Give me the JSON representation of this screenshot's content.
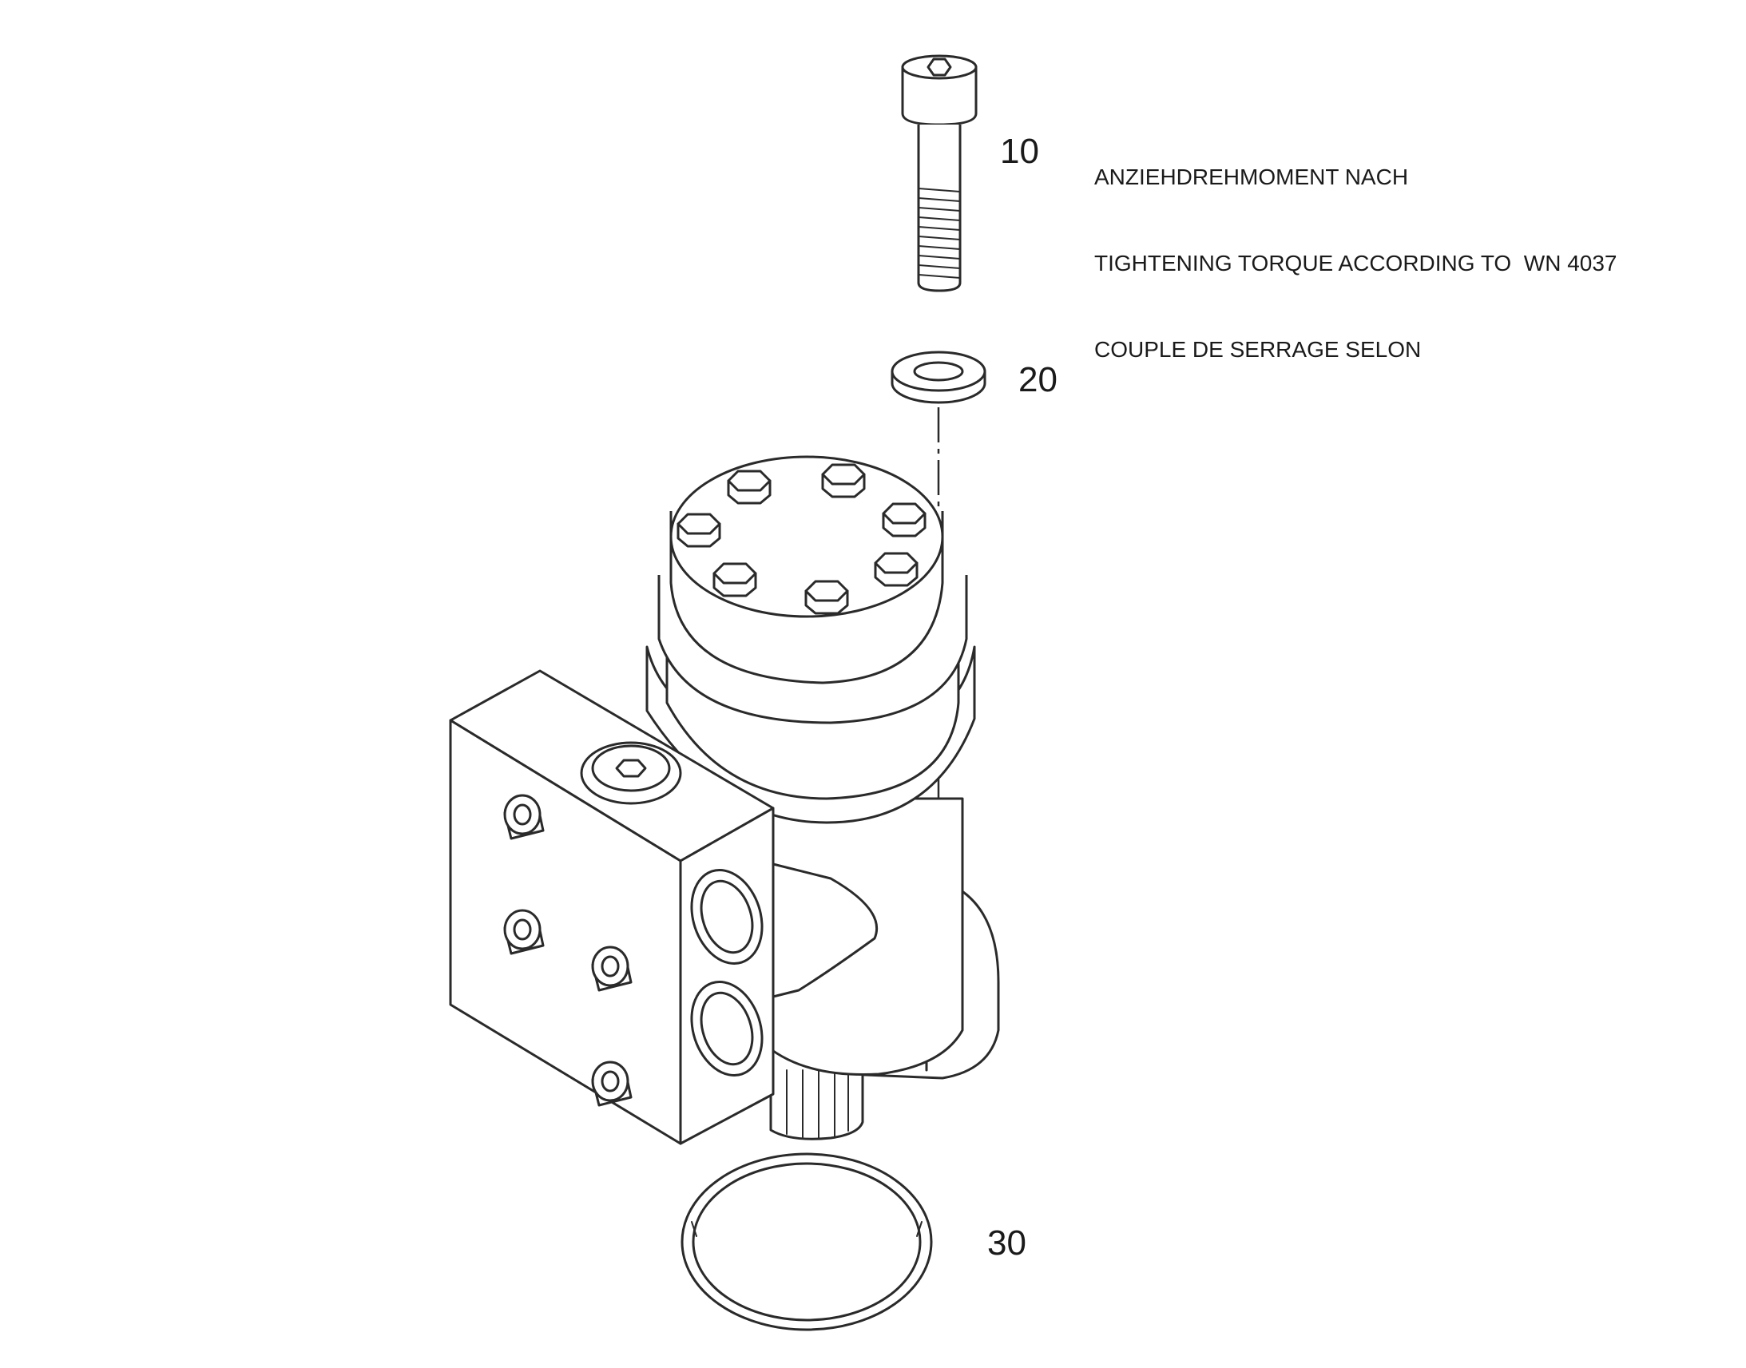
{
  "callouts": {
    "item_10": "10",
    "item_20": "20",
    "item_30": "30"
  },
  "torque_note": {
    "line_de": "ANZIEHDREHMOMENT NACH",
    "line_en": "TIGHTENING TORQUE ACCORDING TO  WN 4037",
    "line_fr": "COUPLE DE SERRAGE SELON"
  },
  "colors": {
    "line": "#2a2a2a",
    "background": "#ffffff"
  }
}
